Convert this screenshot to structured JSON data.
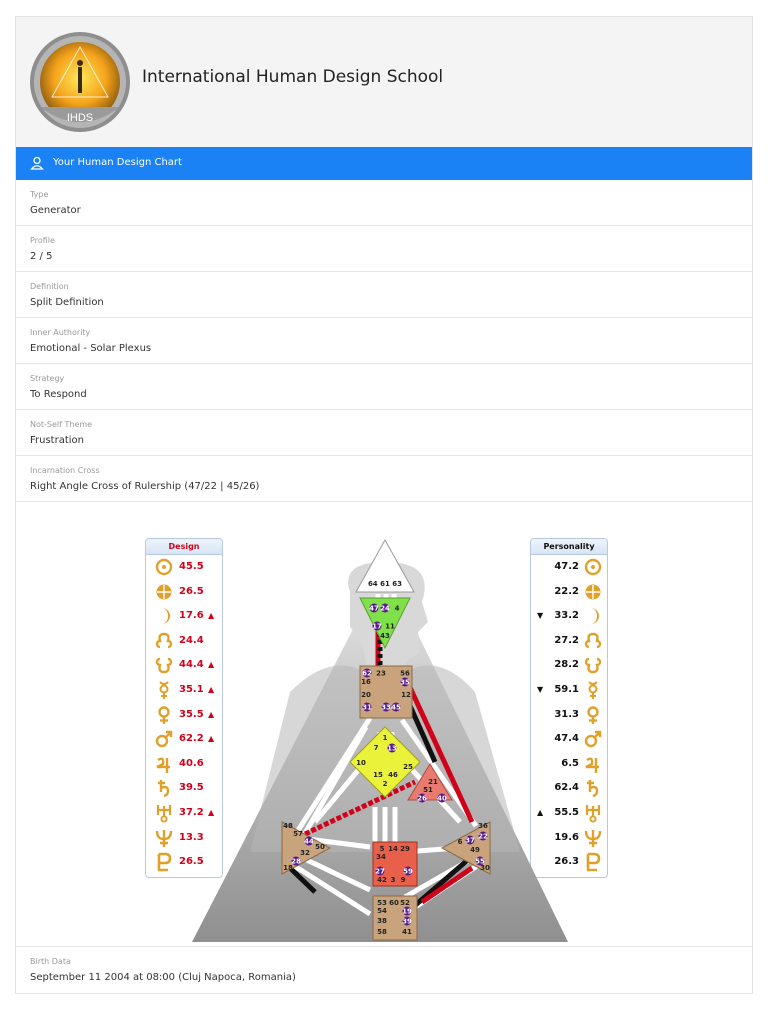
{
  "site": {
    "title": "International Human Design School",
    "logo_text": "IHDS"
  },
  "section_bar": {
    "title": "Your Human Design Chart"
  },
  "fields": [
    {
      "label": "Type",
      "value": "Generator"
    },
    {
      "label": "Profile",
      "value": "2 / 5"
    },
    {
      "label": "Definition",
      "value": "Split Definition"
    },
    {
      "label": "Inner Authority",
      "value": "Emotional - Solar Plexus"
    },
    {
      "label": "Strategy",
      "value": "To Respond"
    },
    {
      "label": "Not-Self Theme",
      "value": "Frustration"
    },
    {
      "label": "Incarnation Cross",
      "value": "Right Angle Cross of Rulership (47/22 | 45/26)"
    }
  ],
  "design": {
    "title": "Design",
    "color": "#d0021b",
    "planets": [
      {
        "planet": "sun-icon",
        "value": "45.5",
        "arrow": ""
      },
      {
        "planet": "earth-icon",
        "value": "26.5",
        "arrow": ""
      },
      {
        "planet": "moon-icon",
        "value": "17.6",
        "arrow": "▲"
      },
      {
        "planet": "north-node-icon",
        "value": "24.4",
        "arrow": ""
      },
      {
        "planet": "south-node-icon",
        "value": "44.4",
        "arrow": "▲"
      },
      {
        "planet": "mercury-icon",
        "value": "35.1",
        "arrow": "▲"
      },
      {
        "planet": "venus-icon",
        "value": "35.5",
        "arrow": "▲"
      },
      {
        "planet": "mars-icon",
        "value": "62.2",
        "arrow": "▲"
      },
      {
        "planet": "jupiter-icon",
        "value": "40.6",
        "arrow": ""
      },
      {
        "planet": "saturn-icon",
        "value": "39.5",
        "arrow": ""
      },
      {
        "planet": "uranus-icon",
        "value": "37.2",
        "arrow": "▲"
      },
      {
        "planet": "neptune-icon",
        "value": "13.3",
        "arrow": ""
      },
      {
        "planet": "pluto-icon",
        "value": "26.5",
        "arrow": ""
      }
    ]
  },
  "personality": {
    "title": "Personality",
    "color": "#111111",
    "planets": [
      {
        "planet": "sun-icon",
        "value": "47.2",
        "arrow": ""
      },
      {
        "planet": "earth-icon",
        "value": "22.2",
        "arrow": ""
      },
      {
        "planet": "moon-icon",
        "value": "33.2",
        "arrow": "▼"
      },
      {
        "planet": "north-node-icon",
        "value": "27.2",
        "arrow": ""
      },
      {
        "planet": "south-node-icon",
        "value": "28.2",
        "arrow": ""
      },
      {
        "planet": "mercury-icon",
        "value": "59.1",
        "arrow": "▼"
      },
      {
        "planet": "venus-icon",
        "value": "31.3",
        "arrow": ""
      },
      {
        "planet": "mars-icon",
        "value": "47.4",
        "arrow": ""
      },
      {
        "planet": "jupiter-icon",
        "value": "6.5",
        "arrow": ""
      },
      {
        "planet": "saturn-icon",
        "value": "62.4",
        "arrow": ""
      },
      {
        "planet": "uranus-icon",
        "value": "55.5",
        "arrow": "▲"
      },
      {
        "planet": "neptune-icon",
        "value": "19.6",
        "arrow": ""
      },
      {
        "planet": "pluto-icon",
        "value": "26.3",
        "arrow": ""
      }
    ]
  },
  "bodygraph": {
    "head_gates": "64 61 63",
    "ajna_gates": {
      "left": "47",
      "mid": "24",
      "right": "4",
      "b1": "17",
      "b2": "11",
      "b3": "43"
    },
    "throat_gates": {
      "a": "62",
      "b": "23",
      "c": "56",
      "d": "16",
      "e": "35",
      "f": "20",
      "g": "12",
      "h": "31",
      "i": "33",
      "j": "45"
    },
    "g_gates": {
      "a": "1",
      "b": "7",
      "c": "13",
      "d": "10",
      "e": "25",
      "f": "15",
      "g": "46",
      "h": "2"
    },
    "heart_gates": {
      "a": "21",
      "b": "51",
      "c": "26",
      "d": "40"
    },
    "spleen_gates": {
      "a": "48",
      "b": "57",
      "c": "44",
      "d": "50",
      "e": "32",
      "f": "28",
      "g": "18"
    },
    "sacral_gates": {
      "a": "5",
      "b": "14",
      "c": "29",
      "d": "34",
      "e": "27",
      "f": "59",
      "g": "42",
      "h": "3",
      "i": "9"
    },
    "solar_gates": {
      "a": "36",
      "b": "6",
      "c": "37",
      "d": "22",
      "e": "49",
      "f": "55",
      "g": "30"
    },
    "root_gates": {
      "a": "53",
      "b": "60",
      "c": "52",
      "d": "54",
      "e": "19",
      "f": "38",
      "g": "39",
      "h": "58",
      "i": "41"
    }
  },
  "birth": {
    "label": "Birth Data",
    "value": "September 11 2004 at 08:00 (Cluj Napoca, Romania)"
  }
}
